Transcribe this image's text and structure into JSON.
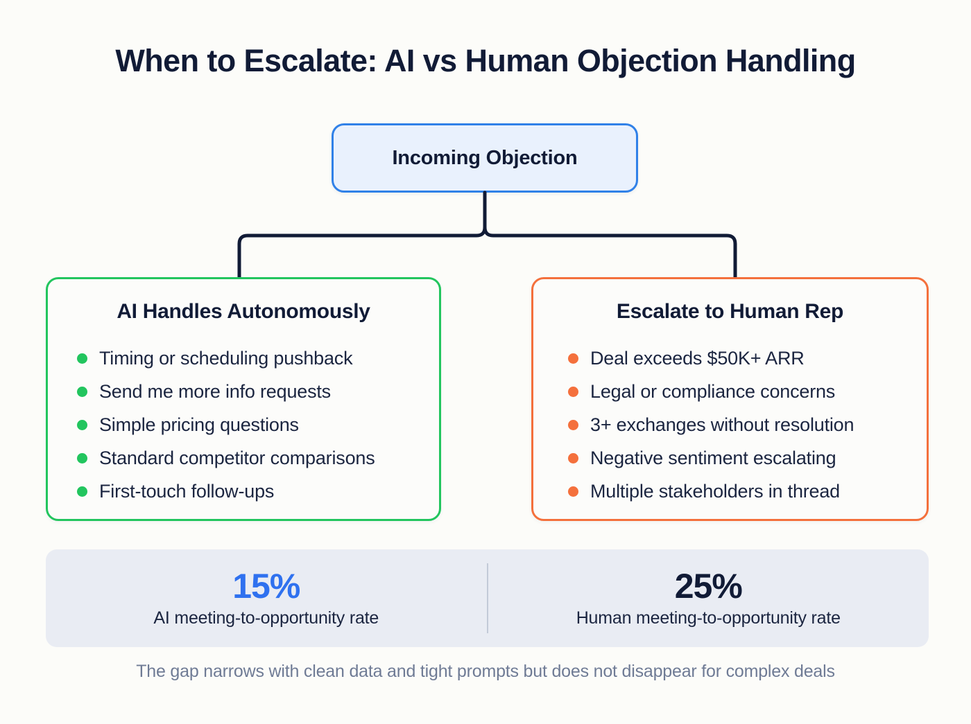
{
  "page": {
    "title": "When to Escalate: AI vs Human Objection Handling",
    "background_color": "#fcfcf9"
  },
  "diagram": {
    "type": "decision-tree",
    "root": {
      "label": "Incoming Objection",
      "border_color": "#3081e8",
      "fill_color": "#e9f1fd"
    },
    "connector_color": "#111b36",
    "branches": [
      {
        "id": "ai-handles",
        "title": "AI Handles Autonomously",
        "accent_color": "#22c55e",
        "bullet_icon": "dot-bullet-icon",
        "items": [
          "Timing or scheduling pushback",
          "Send me more info requests",
          "Simple pricing questions",
          "Standard competitor comparisons",
          "First-touch follow-ups"
        ]
      },
      {
        "id": "escalate-human",
        "title": "Escalate to Human Rep",
        "accent_color": "#f4703c",
        "bullet_icon": "dot-bullet-icon",
        "items": [
          "Deal exceeds $50K+ ARR",
          "Legal or compliance concerns",
          "3+ exchanges without resolution",
          "Negative sentiment escalating",
          "Multiple stakeholders in thread"
        ]
      }
    ]
  },
  "stats": {
    "background_color": "#e9ecf3",
    "items": [
      {
        "value": "15%",
        "label": "AI meeting-to-opportunity rate",
        "color": "#2f71ef"
      },
      {
        "value": "25%",
        "label": "Human meeting-to-opportunity rate",
        "color": "#111b36"
      }
    ]
  },
  "footnote": "The gap narrows with clean data and tight prompts but does not disappear for complex deals"
}
